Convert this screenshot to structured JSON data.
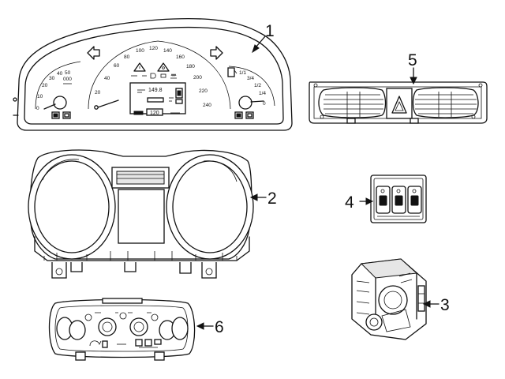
{
  "callouts": [
    {
      "number": "1",
      "part": "instrument-cluster"
    },
    {
      "number": "2",
      "part": "cluster-housing"
    },
    {
      "number": "3",
      "part": "switch-assembly"
    },
    {
      "number": "4",
      "part": "switch-panel"
    },
    {
      "number": "5",
      "part": "hazard-switch-panel"
    },
    {
      "number": "6",
      "part": "climate-control-unit"
    }
  ],
  "cluster": {
    "speed_ticks": [
      "20",
      "40",
      "60",
      "80",
      "100",
      "120",
      "140",
      "160",
      "180",
      "200",
      "220",
      "240"
    ],
    "rpm_ticks": [
      "0",
      "10",
      "20",
      "30",
      "40",
      "50"
    ],
    "rpm_unit": "000",
    "fuel_ticks": [
      "1/1",
      "3/4",
      "1/2",
      "1/4",
      "0"
    ],
    "trip_reading": "149.8",
    "odometer_reading": "120"
  }
}
